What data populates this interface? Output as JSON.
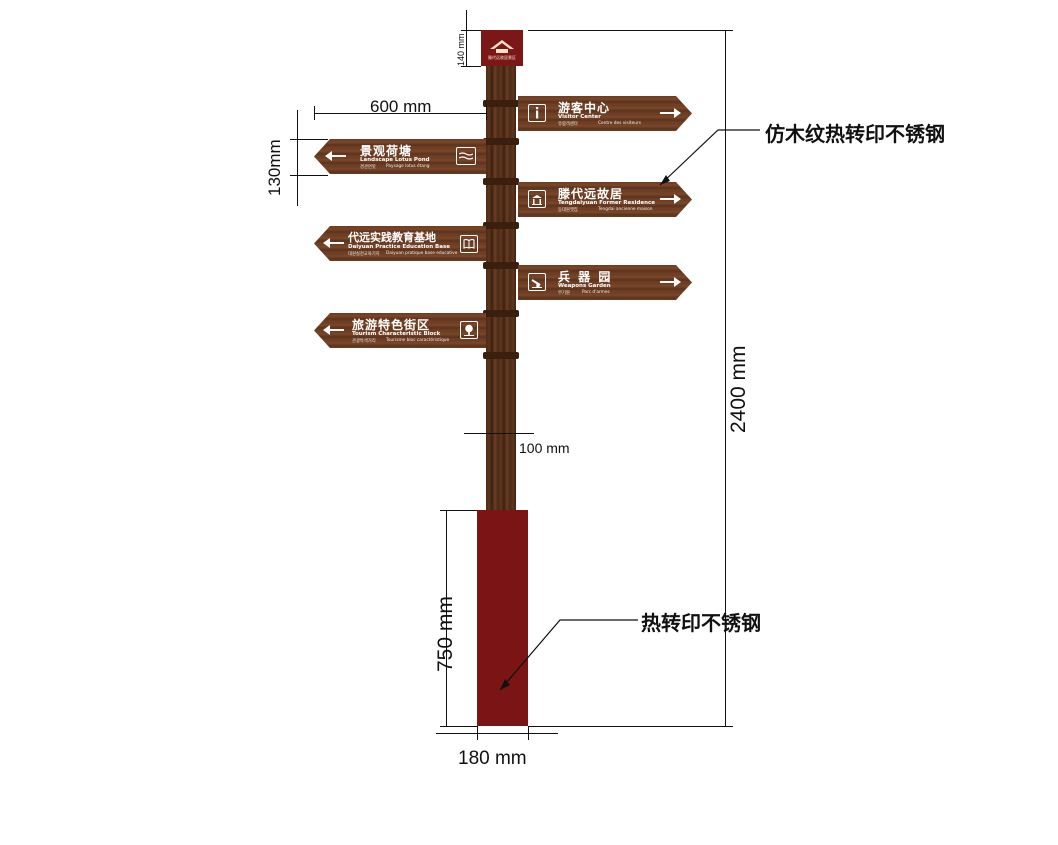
{
  "top_plate": {
    "logo_text": "滕代远故居景区"
  },
  "signs": [
    {
      "cn": "游客中心",
      "en": "Visitor Center",
      "korean": "유람객센터",
      "french": "Centre des visiteurs",
      "icon": "info-icon",
      "direction": "right"
    },
    {
      "cn": "景观荷塘",
      "en": "Landscape Lotus Pond",
      "korean": "경관연못",
      "french": "Paysage lotus étang",
      "icon": "pond-icon",
      "direction": "left"
    },
    {
      "cn": "滕代远故居",
      "en": "Tengdaiyuan Former Residence",
      "korean": "등대원옛집",
      "french": "Tengdai ancienne maison",
      "icon": "house-icon",
      "direction": "right"
    },
    {
      "cn": "代远实践教育基地",
      "en": "Daiyuan Practice Education Base",
      "korean": "대원실천교육기지",
      "french": "Daiyuan pratique base educative",
      "icon": "book-icon",
      "direction": "left"
    },
    {
      "cn": "兵 器 园",
      "en": "Weapons Garden",
      "korean": "무기원",
      "french": "Parc d'armes",
      "icon": "cannon-icon",
      "direction": "right"
    },
    {
      "cn": "旅游特色街区",
      "en": "Tourism Characteristic Block",
      "korean": "관광특색거리",
      "french": "Tourisme bloc caractéristique",
      "icon": "tree-icon",
      "direction": "left"
    }
  ],
  "dimensions": {
    "top_plate_height": "140 mm",
    "sign_length": "600 mm",
    "sign_height": "130mm",
    "pole_width": "100 mm",
    "total_height": "2400 mm",
    "base_height": "750 mm",
    "base_width": "180 mm"
  },
  "annotations": {
    "wood_grain": "仿木纹热转印不锈钢",
    "base_material": "热转印不锈钢"
  },
  "colors": {
    "wood": "#6b3d22",
    "base": "#7b1515",
    "pole": "#4a2a16"
  }
}
